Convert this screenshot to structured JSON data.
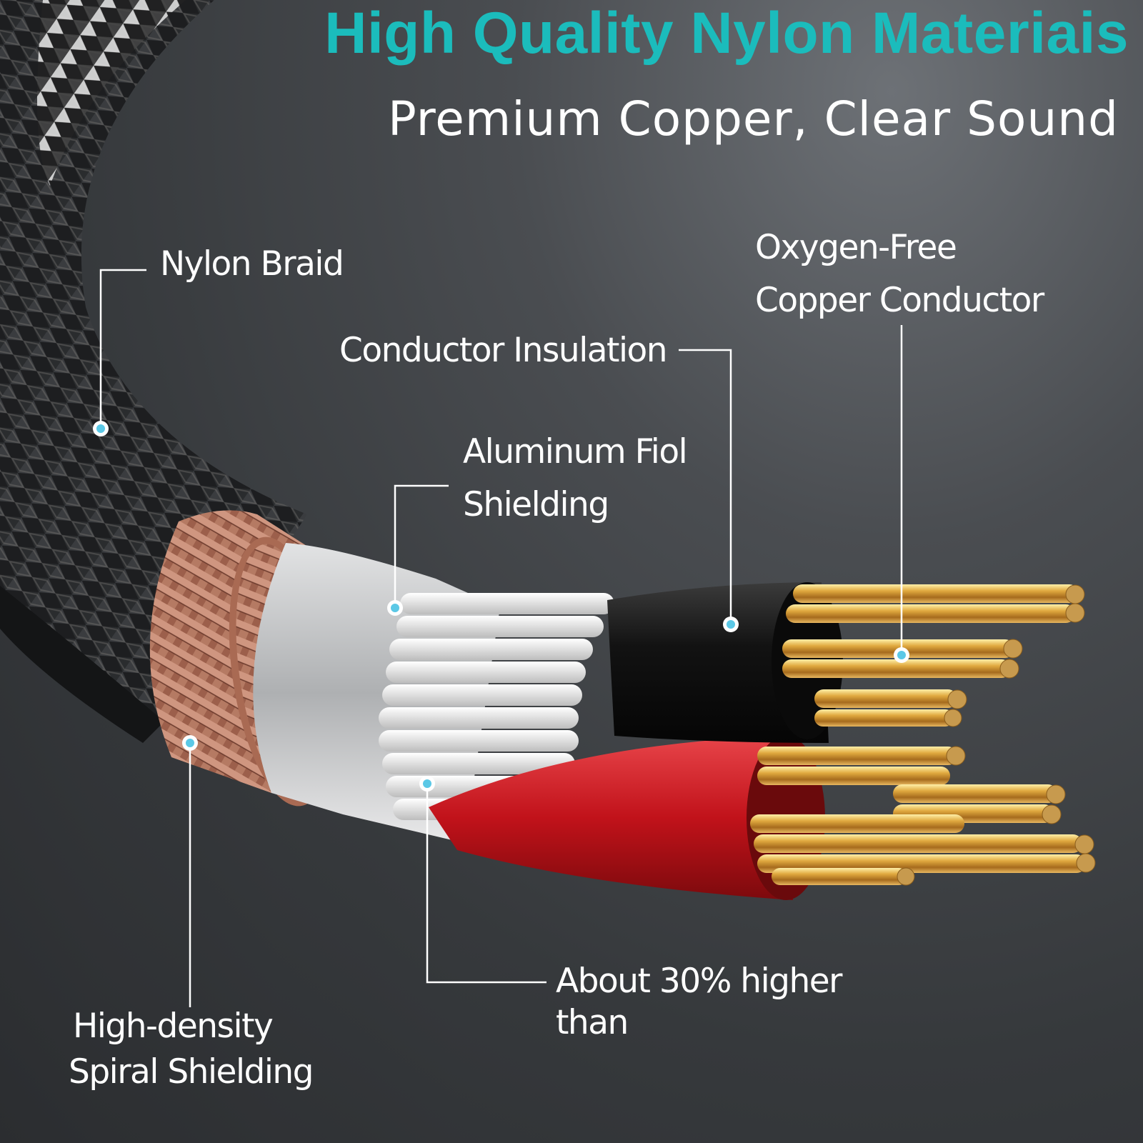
{
  "title": "High Quality Nylon Materiais",
  "subtitle": "Premium Copper, Clear Sound",
  "labels": {
    "nylon_braid": "Nylon Braid",
    "oxygen_free_line1": "Oxygen-Free",
    "oxygen_free_line2": "Copper Conductor",
    "conductor_insulation": "Conductor Insulation",
    "aluminum_line1": "Aluminum Fiol",
    "aluminum_line2": "Shielding",
    "high_density_line1": "High-density",
    "high_density_line2": "Spiral Shielding",
    "about_line1": "About 30% higher",
    "about_line2": "than"
  },
  "colors": {
    "accent": "#1bbcbc",
    "text": "#ffffff",
    "braid_dark": "#1c1d1f",
    "braid_light": "#d8d8d8",
    "copper_shield": "#b87a62",
    "foil": "#c9cbcd",
    "insulation_black": "#111111",
    "insulation_red": "#c8141a",
    "conductor_gold": "#d9a441",
    "callout_dot": "#ffffff",
    "callout_dot_fill": "#5bc8e6"
  }
}
